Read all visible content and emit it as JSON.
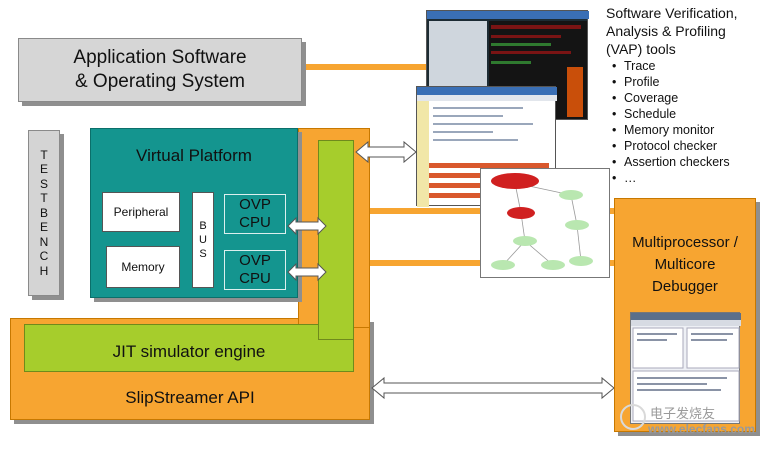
{
  "application": {
    "label": "Application Software\n& Operating System"
  },
  "testbench": {
    "letters": [
      "T",
      "E",
      "S",
      "T",
      "B",
      "E",
      "N",
      "C",
      "H"
    ]
  },
  "virtual_platform": {
    "title": "Virtual Platform",
    "peripheral": "Peripheral",
    "memory": "Memory",
    "bus": [
      "B",
      "U",
      "S"
    ],
    "cpu1": {
      "line1": "OVP",
      "line2": "CPU"
    },
    "cpu2": {
      "line1": "OVP",
      "line2": "CPU"
    }
  },
  "jit": {
    "label": "JIT simulator engine"
  },
  "slipstreamer": {
    "label": "SlipStreamer API"
  },
  "vap": {
    "title": "Software Verification,\nAnalysis & Profiling\n(VAP) tools",
    "items": [
      "Trace",
      "Profile",
      "Coverage",
      "Schedule",
      "Memory monitor",
      "Protocol checker",
      "Assertion checkers",
      "…"
    ]
  },
  "debugger": {
    "title": "Multiprocessor /\nMulticore\nDebugger"
  },
  "watermark": {
    "cn": "电子发烧友",
    "url": "www.elecfans.com"
  },
  "colors": {
    "orange": "#f7a531",
    "green": "#a6cd2c",
    "teal": "#14958f",
    "grey": "#d6d6d6"
  }
}
